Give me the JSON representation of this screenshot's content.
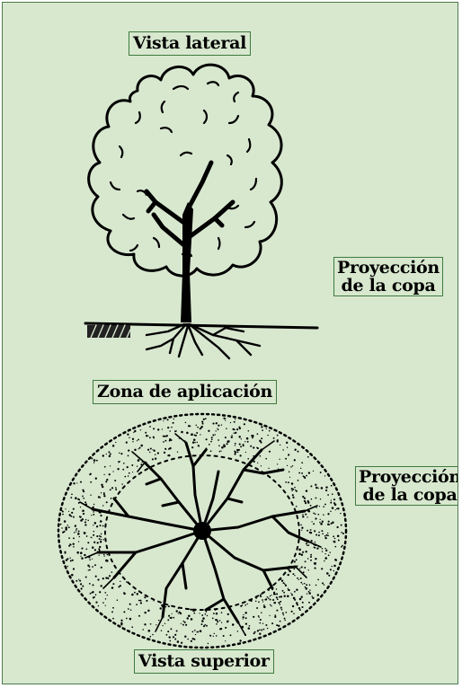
{
  "labels": {
    "side_view": "Vista lateral",
    "crown_projection_top": [
      "Proyección",
      "de la copa"
    ],
    "application_zone": "Zona de aplicación",
    "crown_projection_bottom": [
      "Proyección",
      "de la copa"
    ],
    "top_view": "Vista superior"
  },
  "colors": {
    "background": "#d8e8cf",
    "border": "#3d7a3d",
    "ink": "#000000"
  }
}
